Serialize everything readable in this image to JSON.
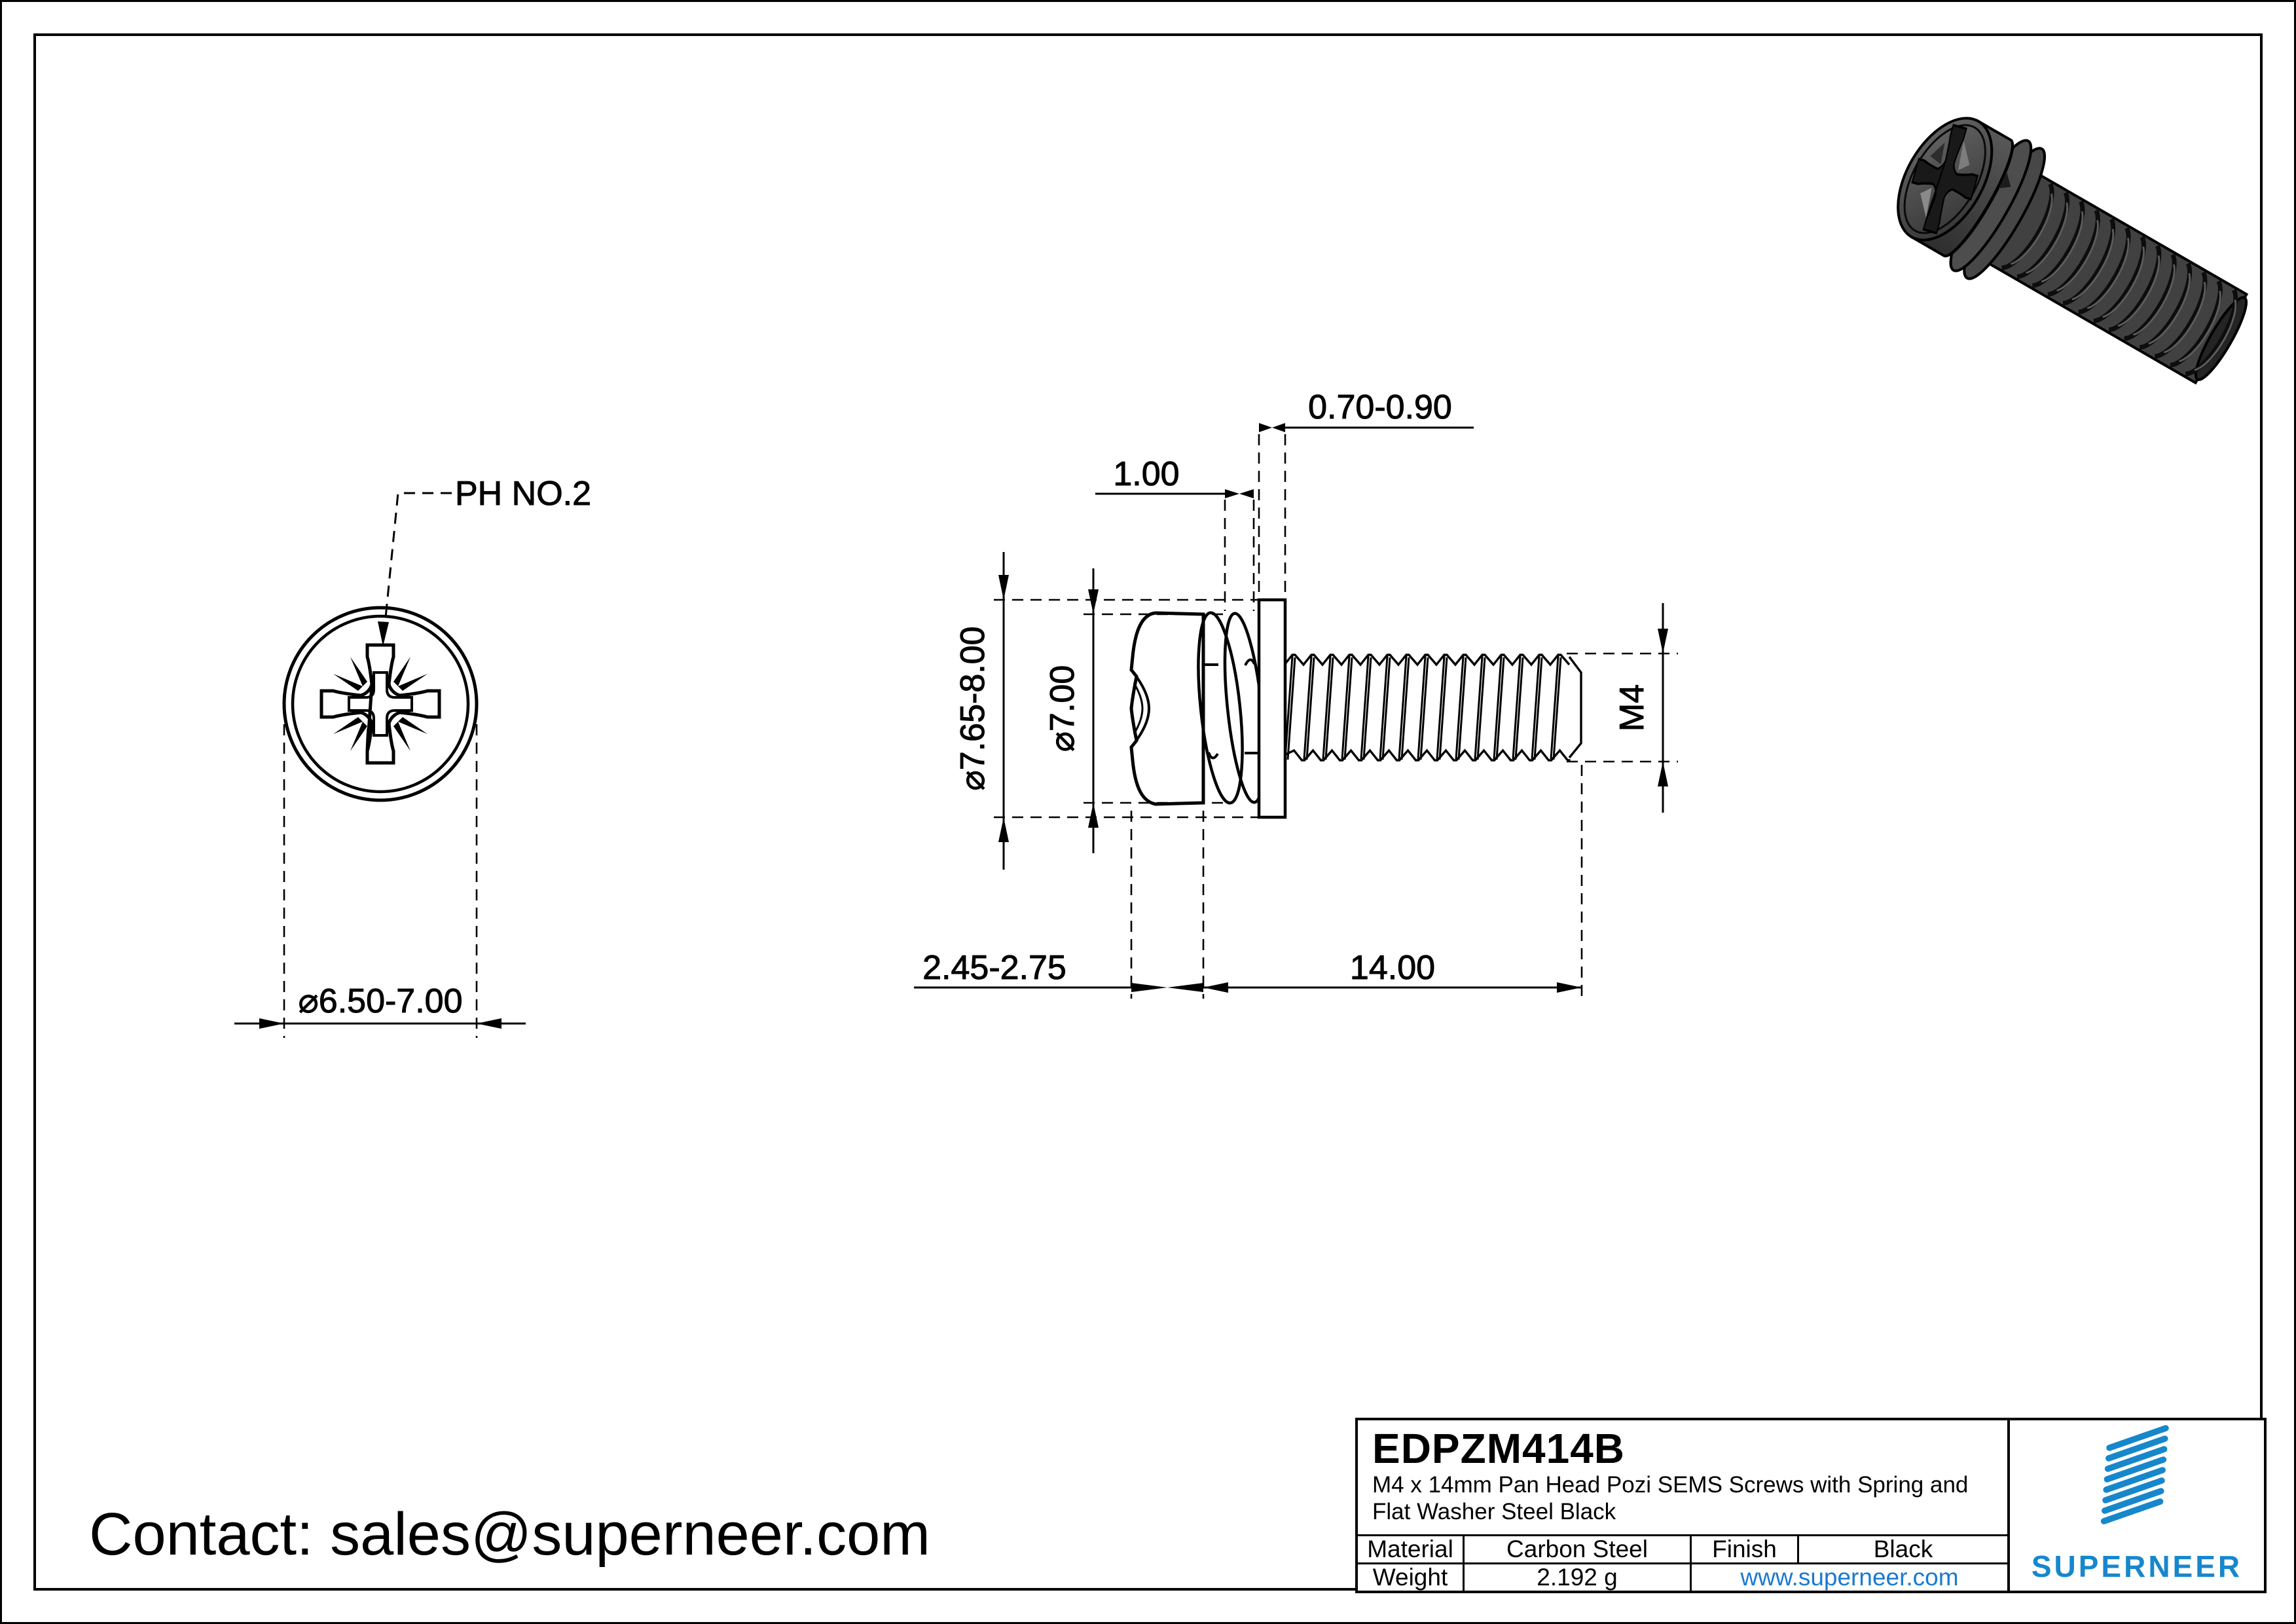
{
  "contact": {
    "text": "Contact: sales@superneer.com"
  },
  "front_view": {
    "drive_label": "PH NO.2",
    "head_diameter_dim": "⌀6.50-7.00"
  },
  "side_view": {
    "flat_washer_thickness_dim": "0.70-0.90",
    "spring_washer_thickness_dim": "1.00",
    "flat_washer_od_dim": "⌀7.65-8.00",
    "head_od_dim": "⌀7.00",
    "thread_spec_dim": "M4",
    "head_height_dim": "2.45-2.75",
    "thread_length_dim": "14.00"
  },
  "title_block": {
    "part_number": "EDPZM414B",
    "description_line1": "M4 x 14mm Pan Head Pozi SEMS Screws with Spring and",
    "description_line2": "Flat Washer Steel Black",
    "material_label": "Material",
    "material_value": "Carbon Steel",
    "finish_label": "Finish",
    "finish_value": "Black",
    "weight_label": "Weight",
    "weight_value": "2.192 g",
    "website": "www.superneer.com",
    "brand_name": "SUPERNEER"
  },
  "colors": {
    "brand_blue": "#1787CC",
    "link_blue": "#1A7AD0",
    "line_black": "#000000",
    "render_gray": "#474747"
  }
}
